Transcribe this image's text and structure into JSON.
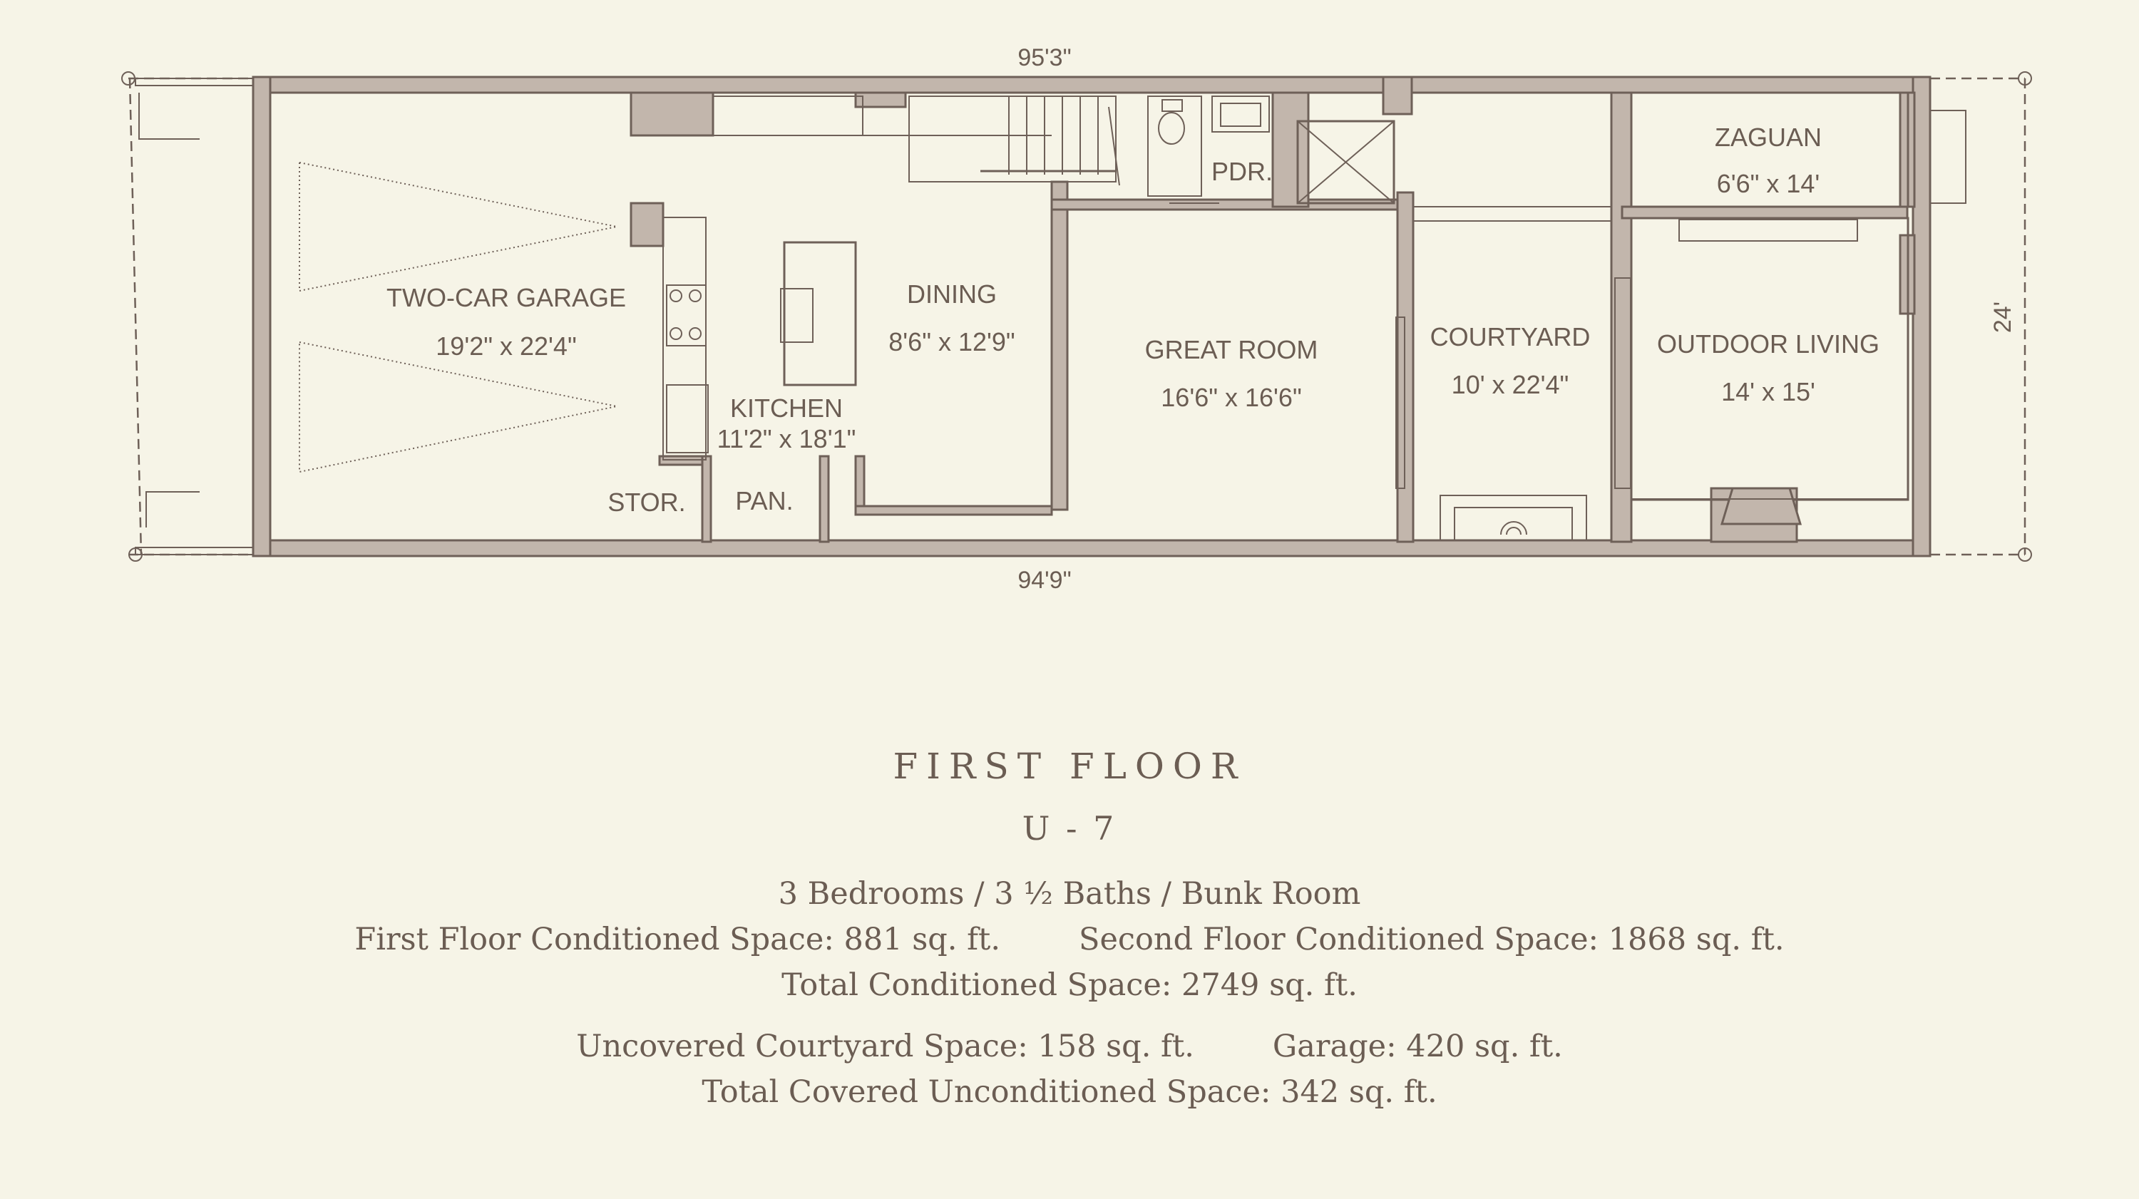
{
  "plan": {
    "dimensions": {
      "top": "95'3\"",
      "bottom": "94'9\"",
      "side": "24'"
    },
    "rooms": {
      "garage": {
        "name": "TWO-CAR GARAGE",
        "size": "19'2\" x 22'4\""
      },
      "kitchen": {
        "name": "KITCHEN",
        "size": "11'2\" x 18'1\""
      },
      "dining": {
        "name": "DINING",
        "size": "8'6\" x 12'9\""
      },
      "great_room": {
        "name": "GREAT ROOM",
        "size": "16'6\" x 16'6\""
      },
      "courtyard": {
        "name": "COURTYARD",
        "size": "10' x 22'4\""
      },
      "zaguan": {
        "name": "ZAGUAN",
        "size": "6'6\" x 14'"
      },
      "outdoor_living": {
        "name": "OUTDOOR LIVING",
        "size": "14' x 15'"
      },
      "storage": {
        "name": "STOR."
      },
      "pantry": {
        "name": "PAN."
      },
      "powder": {
        "name": "PDR."
      }
    }
  },
  "info": {
    "title": "FIRST FLOOR",
    "unit": "U - 7",
    "bedrooms_baths": "3 Bedrooms / 3 ½ Baths / Bunk Room",
    "first_floor_conditioned": "First Floor Conditioned Space: 881 sq. ft.",
    "second_floor_conditioned": "Second Floor Conditioned Space: 1868 sq. ft.",
    "total_conditioned": "Total Conditioned Space: 2749 sq. ft.",
    "uncovered_courtyard": "Uncovered Courtyard Space: 158 sq. ft.",
    "garage": "Garage: 420 sq. ft.",
    "total_covered_unconditioned": "Total Covered Unconditioned Space: 342 sq. ft."
  }
}
